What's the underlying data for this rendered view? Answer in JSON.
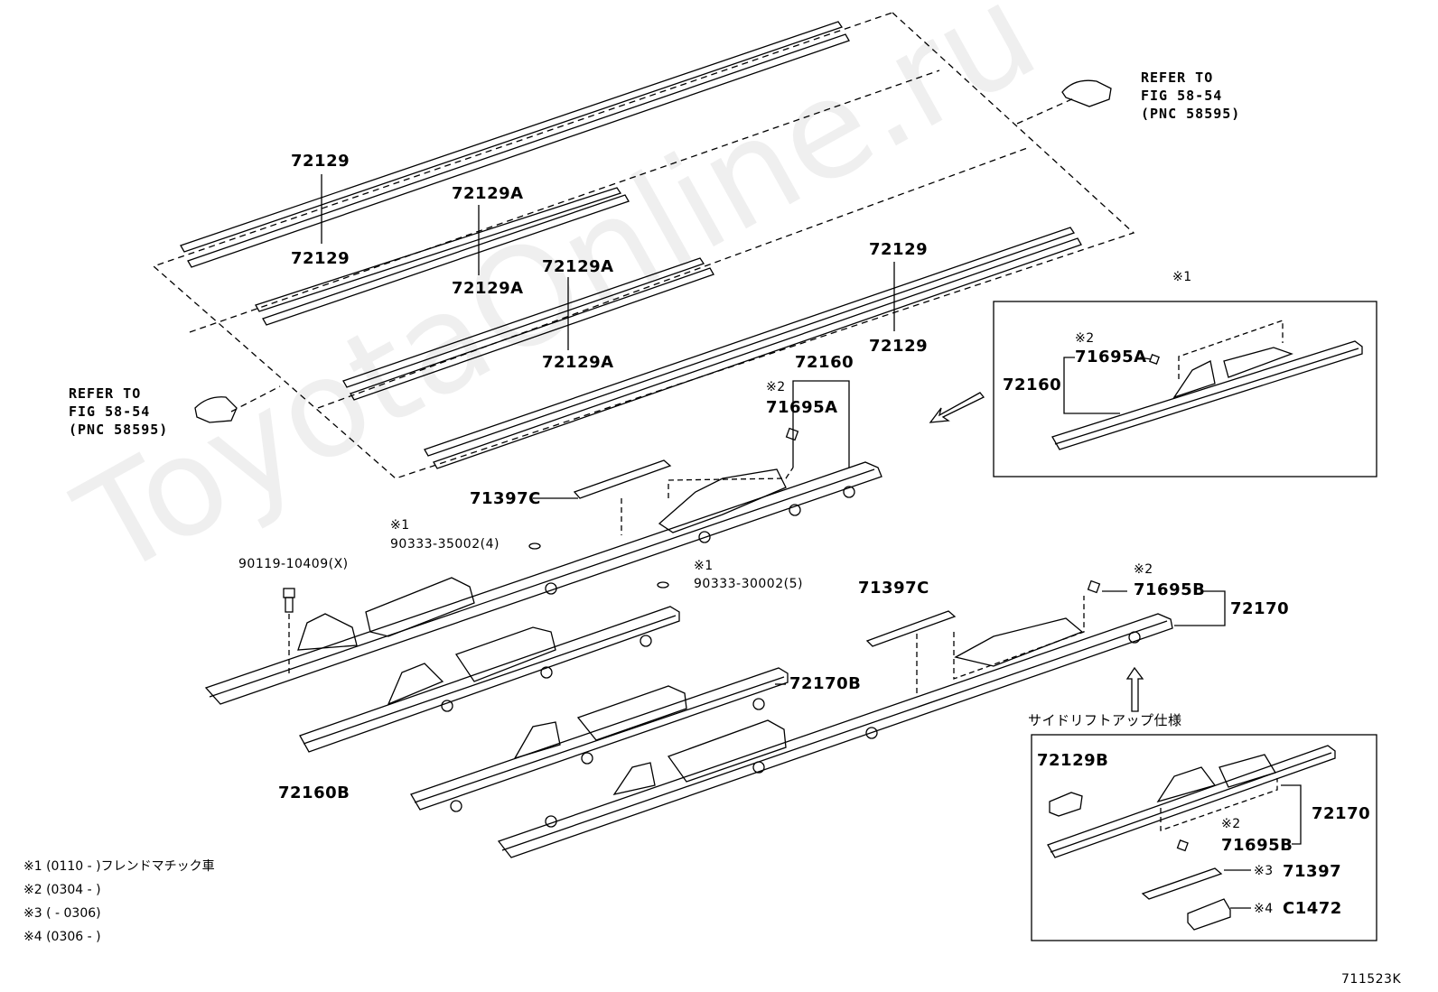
{
  "labels": {
    "p72129_a": "72129",
    "p72129_b": "72129",
    "p72129A_a": "72129A",
    "p72129A_b": "72129A",
    "p72129A_c": "72129A",
    "p72129A_d": "72129A",
    "p72129_c": "72129",
    "p72129_d": "72129",
    "p72160": "72160",
    "mark2_a": "※2",
    "p71695A": "71695A",
    "p71397C_a": "71397C",
    "mark1_a": "※1",
    "p90333_35002": "90333-35002(4)",
    "p90119": "90119-10409(X)",
    "mark1_b": "※1",
    "p90333_30002": "90333-30002(5)",
    "p71397C_b": "71397C",
    "mark2_b": "※2",
    "p71695B": "71695B",
    "p72170": "72170",
    "p72170B": "72170B",
    "p72160B": "72160B",
    "jp_sidelift": "サイドリフトアップ仕様",
    "inset1_mark": "※1",
    "inset1_mark2": "※2",
    "inset1_71695A": "71695A",
    "inset1_72160": "72160",
    "inset2_72129B": "72129B",
    "inset2_72170": "72170",
    "inset2_mark2": "※2",
    "inset2_71695B": "71695B",
    "inset2_mark3": "※3",
    "inset2_71397": "71397",
    "inset2_mark4": "※4",
    "inset2_C1472": "C1472",
    "fig_code": "711523K"
  },
  "refs": {
    "right": [
      "REFER TO",
      "FIG 58-54",
      "(PNC 58595)"
    ],
    "left": [
      "REFER TO",
      "FIG 58-54",
      "(PNC 58595)"
    ]
  },
  "notes": [
    "※1 (0110 -        )フレンドマチック車",
    "※2 (0304 -        )",
    "※3 (        - 0306)",
    "※4 (0306 -        )"
  ],
  "watermark": "ToyotaOnline.ru"
}
